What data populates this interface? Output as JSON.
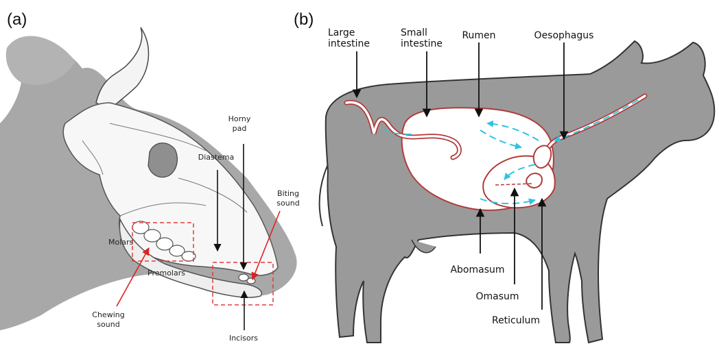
{
  "panel_a": {
    "label": "(a)",
    "labels": {
      "horny_pad_1": "Horny",
      "horny_pad_2": "pad",
      "diastema": "Diastema",
      "biting_1": "Biting",
      "biting_2": "sound",
      "molars": "Molars",
      "premolars": "Premolars",
      "chewing_1": "Chewing",
      "chewing_2": "sound",
      "incisors": "Incisors"
    }
  },
  "panel_b": {
    "label": "(b)",
    "labels": {
      "large_intestine_1": "Large",
      "large_intestine_2": "intestine",
      "small_intestine_1": "Small",
      "small_intestine_2": "intestine",
      "rumen": "Rumen",
      "oesophagus": "Oesophagus",
      "abomasum": "Abomasum",
      "omasum": "Omasum",
      "reticulum": "Reticulum"
    }
  },
  "colors": {
    "silhouette": "#9a9a9a",
    "outline": "#333333",
    "organ_outline": "#b03a3a",
    "digesta_flow": "#2ec4e0",
    "highlight_box": "#e23b3b",
    "sound_arrow": "#e02020"
  }
}
